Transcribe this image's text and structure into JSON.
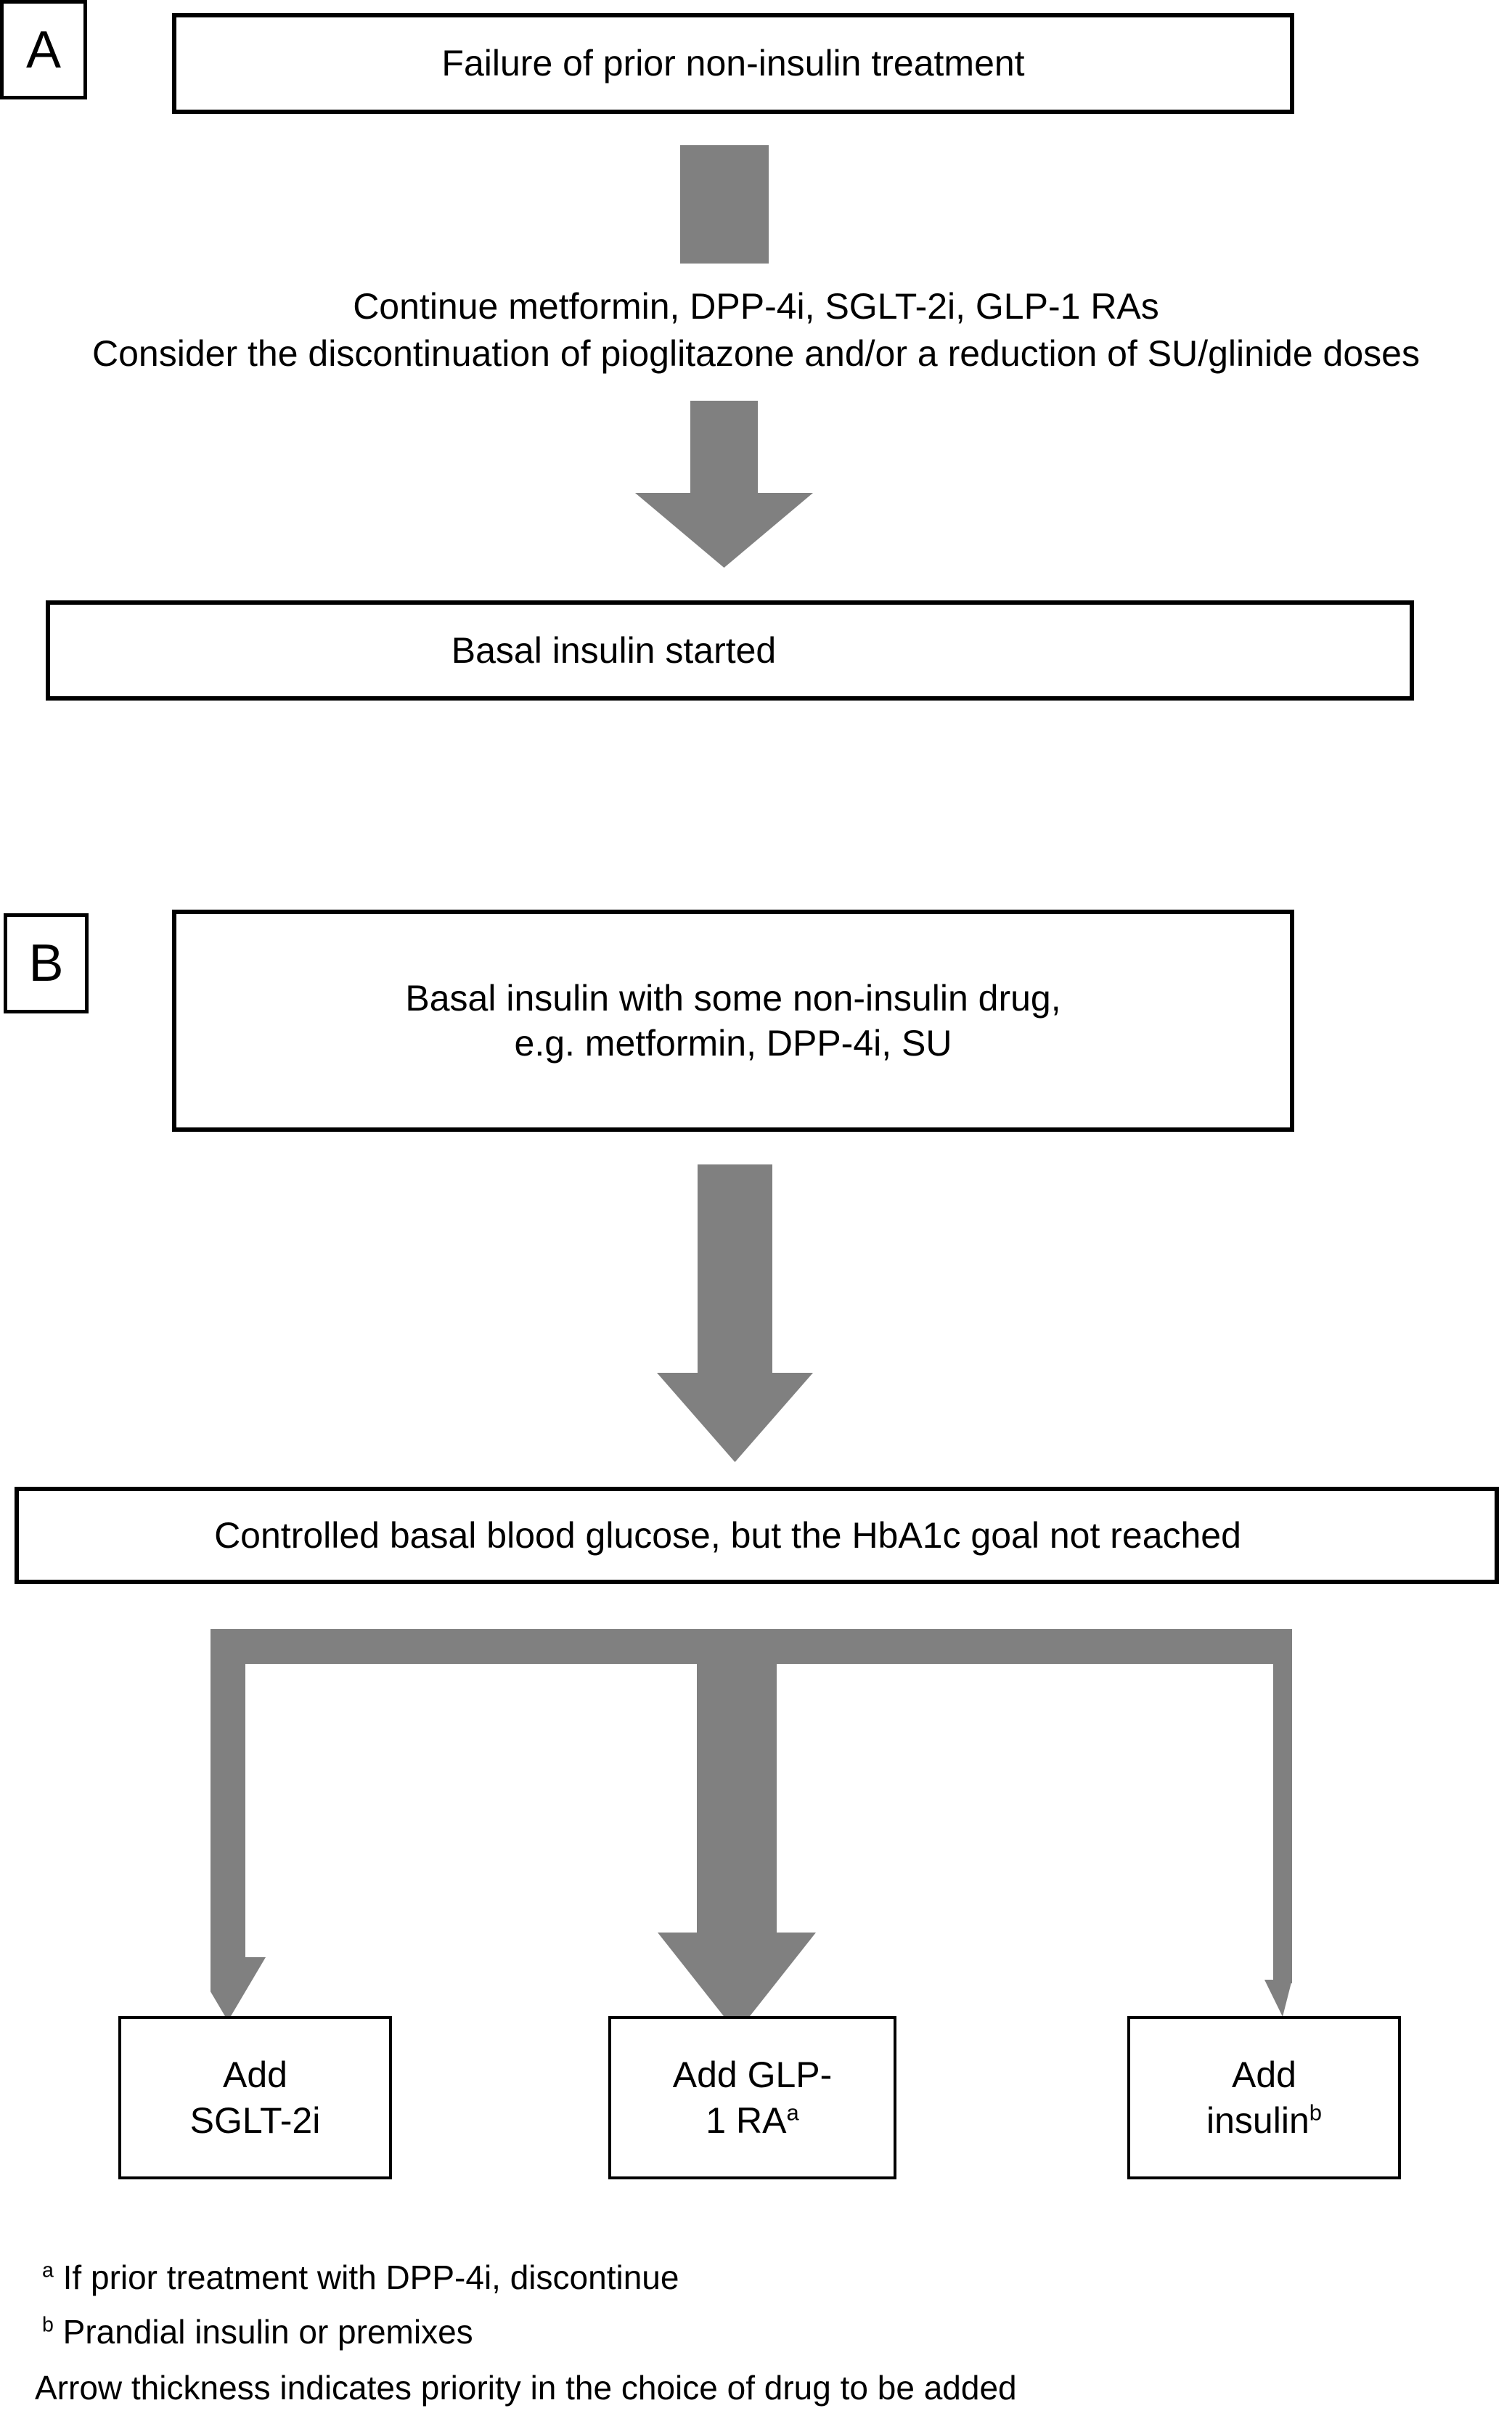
{
  "figure": {
    "type": "clinical-treatment-flowchart",
    "accent_gray": "#808080",
    "line_color": "#000000",
    "background": "#ffffff"
  },
  "panel_a": {
    "label": "A",
    "box_top": "Failure of prior non-insulin treatment",
    "text_line_1": "Continue metformin, DPP-4i, SGLT-2i, GLP-1 RAs",
    "text_line_2": "Consider the discontinuation of pioglitazone and/or a reduction of SU/glinide doses",
    "box_bottom": "Basal insulin started"
  },
  "panel_b": {
    "label": "B",
    "box_top_line_1": "Basal insulin with some non-insulin drug,",
    "box_top_line_2": "e.g. metformin, DPP-4i, SU",
    "box_middle": "Controlled basal blood glucose, but the HbA1c goal not reached",
    "options": [
      {
        "line_1": "Add",
        "line_2": "SGLT-2i",
        "superscript": "",
        "arrow_priority": "medium"
      },
      {
        "line_1": "Add GLP-",
        "line_2": "1 RA",
        "superscript": "a",
        "arrow_priority": "highest"
      },
      {
        "line_1": "Add",
        "line_2": "insulin",
        "superscript": "b",
        "arrow_priority": "lowest"
      }
    ]
  },
  "footnotes": [
    {
      "marker": "a",
      "text": " If prior treatment with DPP-4i, discontinue"
    },
    {
      "marker": "b",
      "text": " Prandial insulin or premixes"
    },
    {
      "marker": "",
      "text": "Arrow thickness indicates priority in the choice of drug to be added"
    }
  ]
}
